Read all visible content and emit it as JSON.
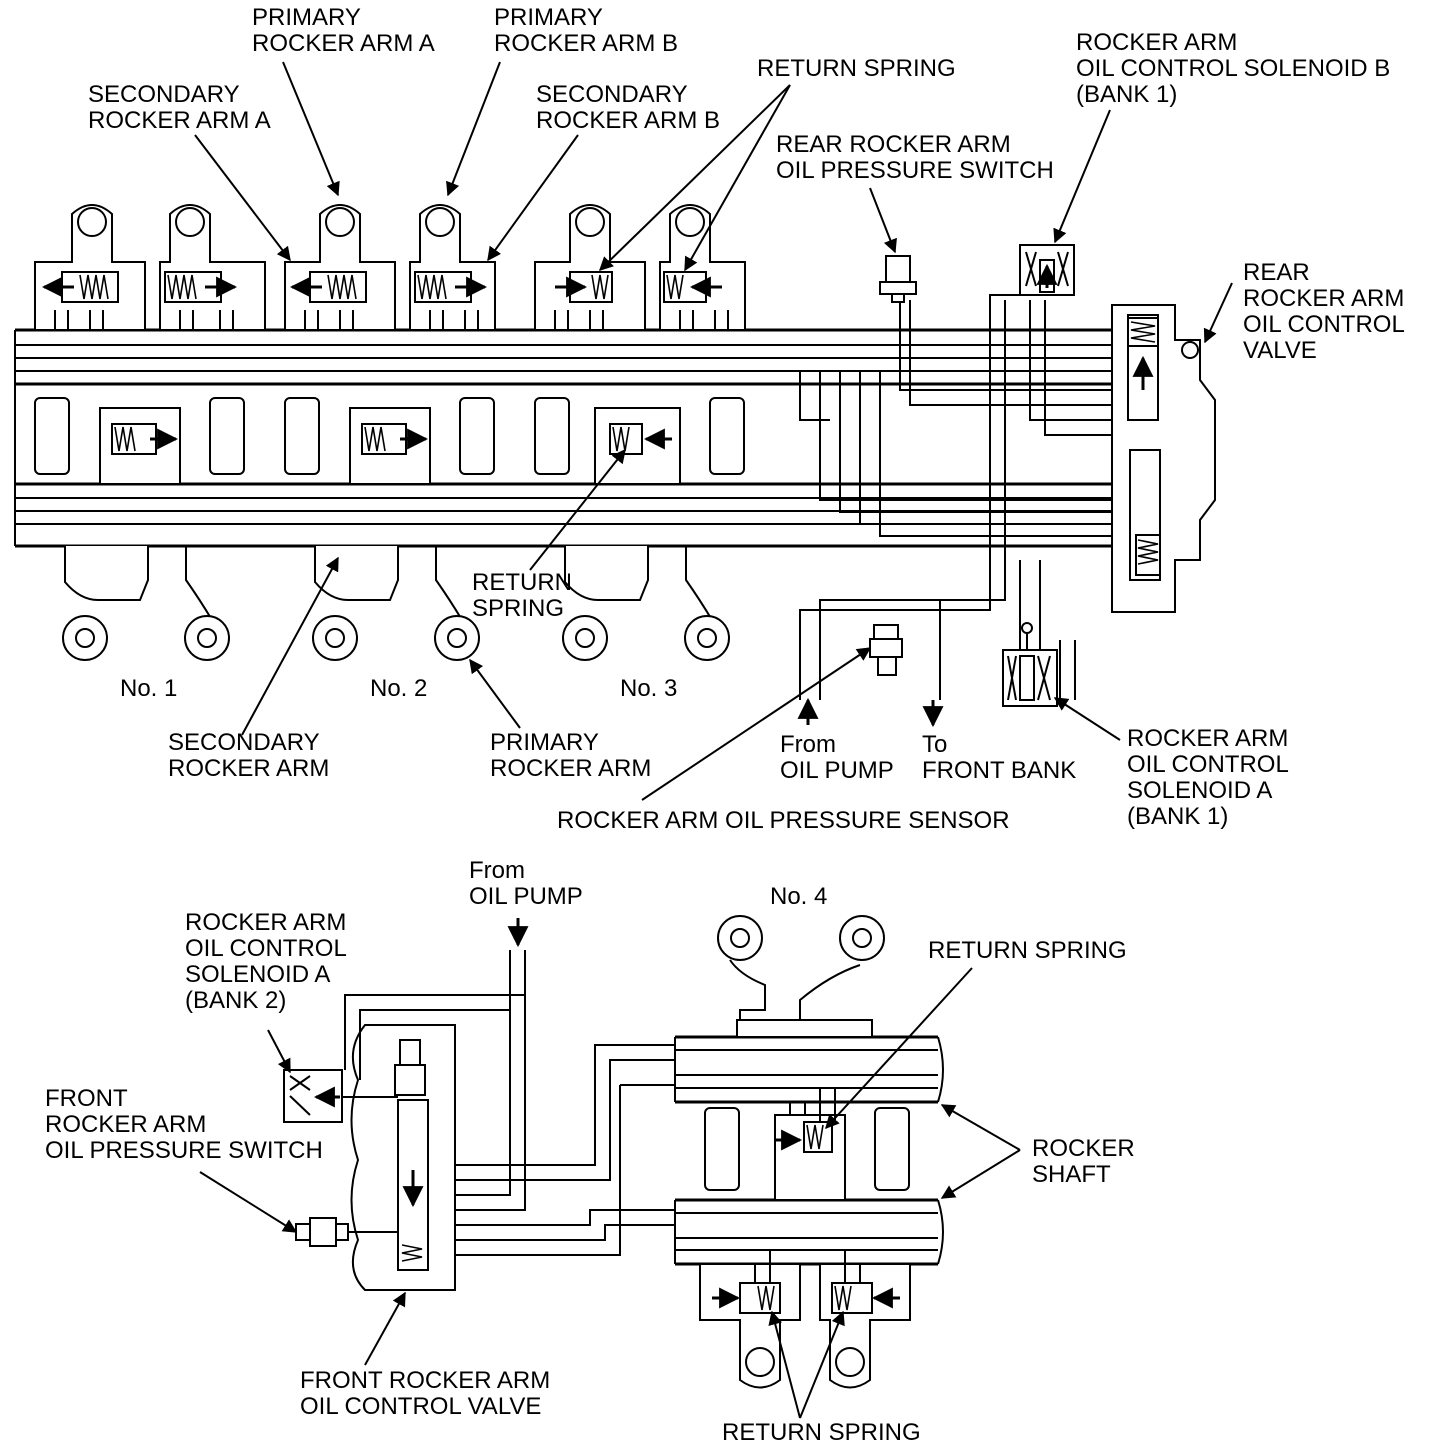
{
  "labels": {
    "primary_rocker_arm_a": [
      "PRIMARY",
      "ROCKER ARM A"
    ],
    "primary_rocker_arm_b": [
      "PRIMARY",
      "ROCKER ARM B"
    ],
    "secondary_rocker_arm_a": [
      "SECONDARY",
      "ROCKER ARM A"
    ],
    "secondary_rocker_arm_b": [
      "SECONDARY",
      "ROCKER ARM B"
    ],
    "return_spring_top": [
      "RETURN SPRING"
    ],
    "rocker_arm_solenoid_b_bank1": [
      "ROCKER ARM",
      "OIL CONTROL SOLENOID B",
      "(BANK 1)"
    ],
    "rear_rocker_arm_oil_pressure_switch": [
      "REAR ROCKER ARM",
      "OIL PRESSURE SWITCH"
    ],
    "rear_rocker_arm_oil_control_valve": [
      "REAR",
      "ROCKER ARM",
      "OIL CONTROL",
      "VALVE"
    ],
    "return_spring_mid": [
      "RETURN",
      "SPRING"
    ],
    "no1": [
      "No. 1"
    ],
    "no2": [
      "No. 2"
    ],
    "no3": [
      "No. 3"
    ],
    "secondary_rocker_arm": [
      "SECONDARY",
      "ROCKER ARM"
    ],
    "primary_rocker_arm": [
      "PRIMARY",
      "ROCKER ARM"
    ],
    "from_oil_pump_top": [
      "From",
      "OIL PUMP"
    ],
    "to_front_bank": [
      "To",
      "FRONT BANK"
    ],
    "rocker_arm_solenoid_a_bank1": [
      "ROCKER ARM",
      "OIL CONTROL",
      "SOLENOID A",
      "(BANK 1)"
    ],
    "rocker_arm_oil_pressure_sensor": [
      "ROCKER ARM OIL PRESSURE SENSOR"
    ],
    "from_oil_pump_bottom": [
      "From",
      "OIL PUMP"
    ],
    "no4": [
      "No. 4"
    ],
    "rocker_arm_solenoid_a_bank2": [
      "ROCKER ARM",
      "OIL CONTROL",
      "SOLENOID A",
      "(BANK 2)"
    ],
    "return_spring_right": [
      "RETURN SPRING"
    ],
    "front_rocker_arm_oil_pressure_switch": [
      "FRONT",
      "ROCKER ARM",
      "OIL PRESSURE SWITCH"
    ],
    "rocker_shaft": [
      "ROCKER",
      "SHAFT"
    ],
    "front_rocker_arm_oil_control_valve": [
      "FRONT ROCKER ARM",
      "OIL CONTROL VALVE"
    ],
    "return_spring_bottom": [
      "RETURN SPRING"
    ]
  }
}
